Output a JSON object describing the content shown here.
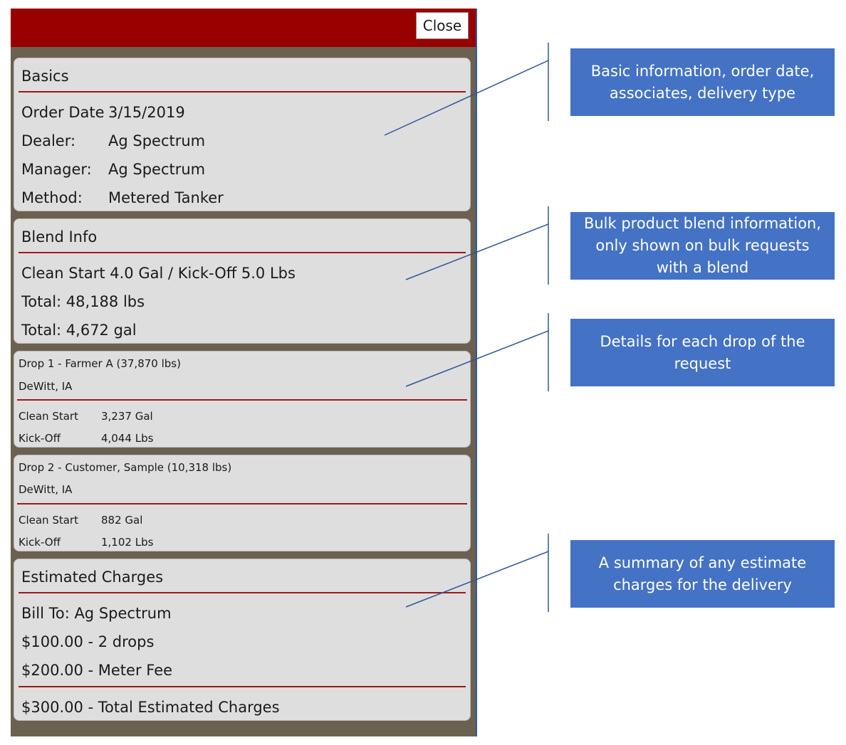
{
  "header": {
    "close_label": "Close"
  },
  "basics": {
    "title": "Basics",
    "order_date_label": "Order Date",
    "order_date": "3/15/2019",
    "dealer_label": "Dealer:",
    "dealer": "Ag Spectrum",
    "manager_label": "Manager:",
    "manager": "Ag Spectrum",
    "method_label": "Method:",
    "method": "Metered Tanker"
  },
  "blend": {
    "title": "Blend Info",
    "description": "Clean Start 4.0 Gal / Kick-Off 5.0 Lbs",
    "total_lbs": "Total: 48,188 lbs",
    "total_gal": "Total: 4,672 gal"
  },
  "drops": [
    {
      "title": "Drop 1 - Farmer A (37,870 lbs)",
      "location": "DeWitt, IA",
      "products": [
        {
          "name": "Clean Start",
          "amount": "3,237 Gal"
        },
        {
          "name": "Kick-Off",
          "amount": "4,044 Lbs"
        }
      ]
    },
    {
      "title": "Drop 2 - Customer, Sample (10,318 lbs)",
      "location": "DeWitt, IA",
      "products": [
        {
          "name": "Clean Start",
          "amount": "882 Gal"
        },
        {
          "name": "Kick-Off",
          "amount": "1,102 Lbs"
        }
      ]
    }
  ],
  "charges": {
    "title": "Estimated Charges",
    "bill_to": "Bill To: Ag Spectrum",
    "items": [
      "$100.00 - 2 drops",
      "$200.00 - Meter Fee"
    ],
    "total": "$300.00 - Total Estimated Charges"
  },
  "annotations": [
    "Basic information, order date, associates, delivery type",
    "Bulk product blend information, only shown on bulk requests with a blend",
    "Details for each drop of the request",
    "A summary of any estimate charges for the delivery"
  ],
  "colors": {
    "header_red": "#990000",
    "panel_bg": "#6b6150",
    "card_bg": "#dedede",
    "separator": "#9b1a1a",
    "annotation_blue": "#4472c4"
  }
}
